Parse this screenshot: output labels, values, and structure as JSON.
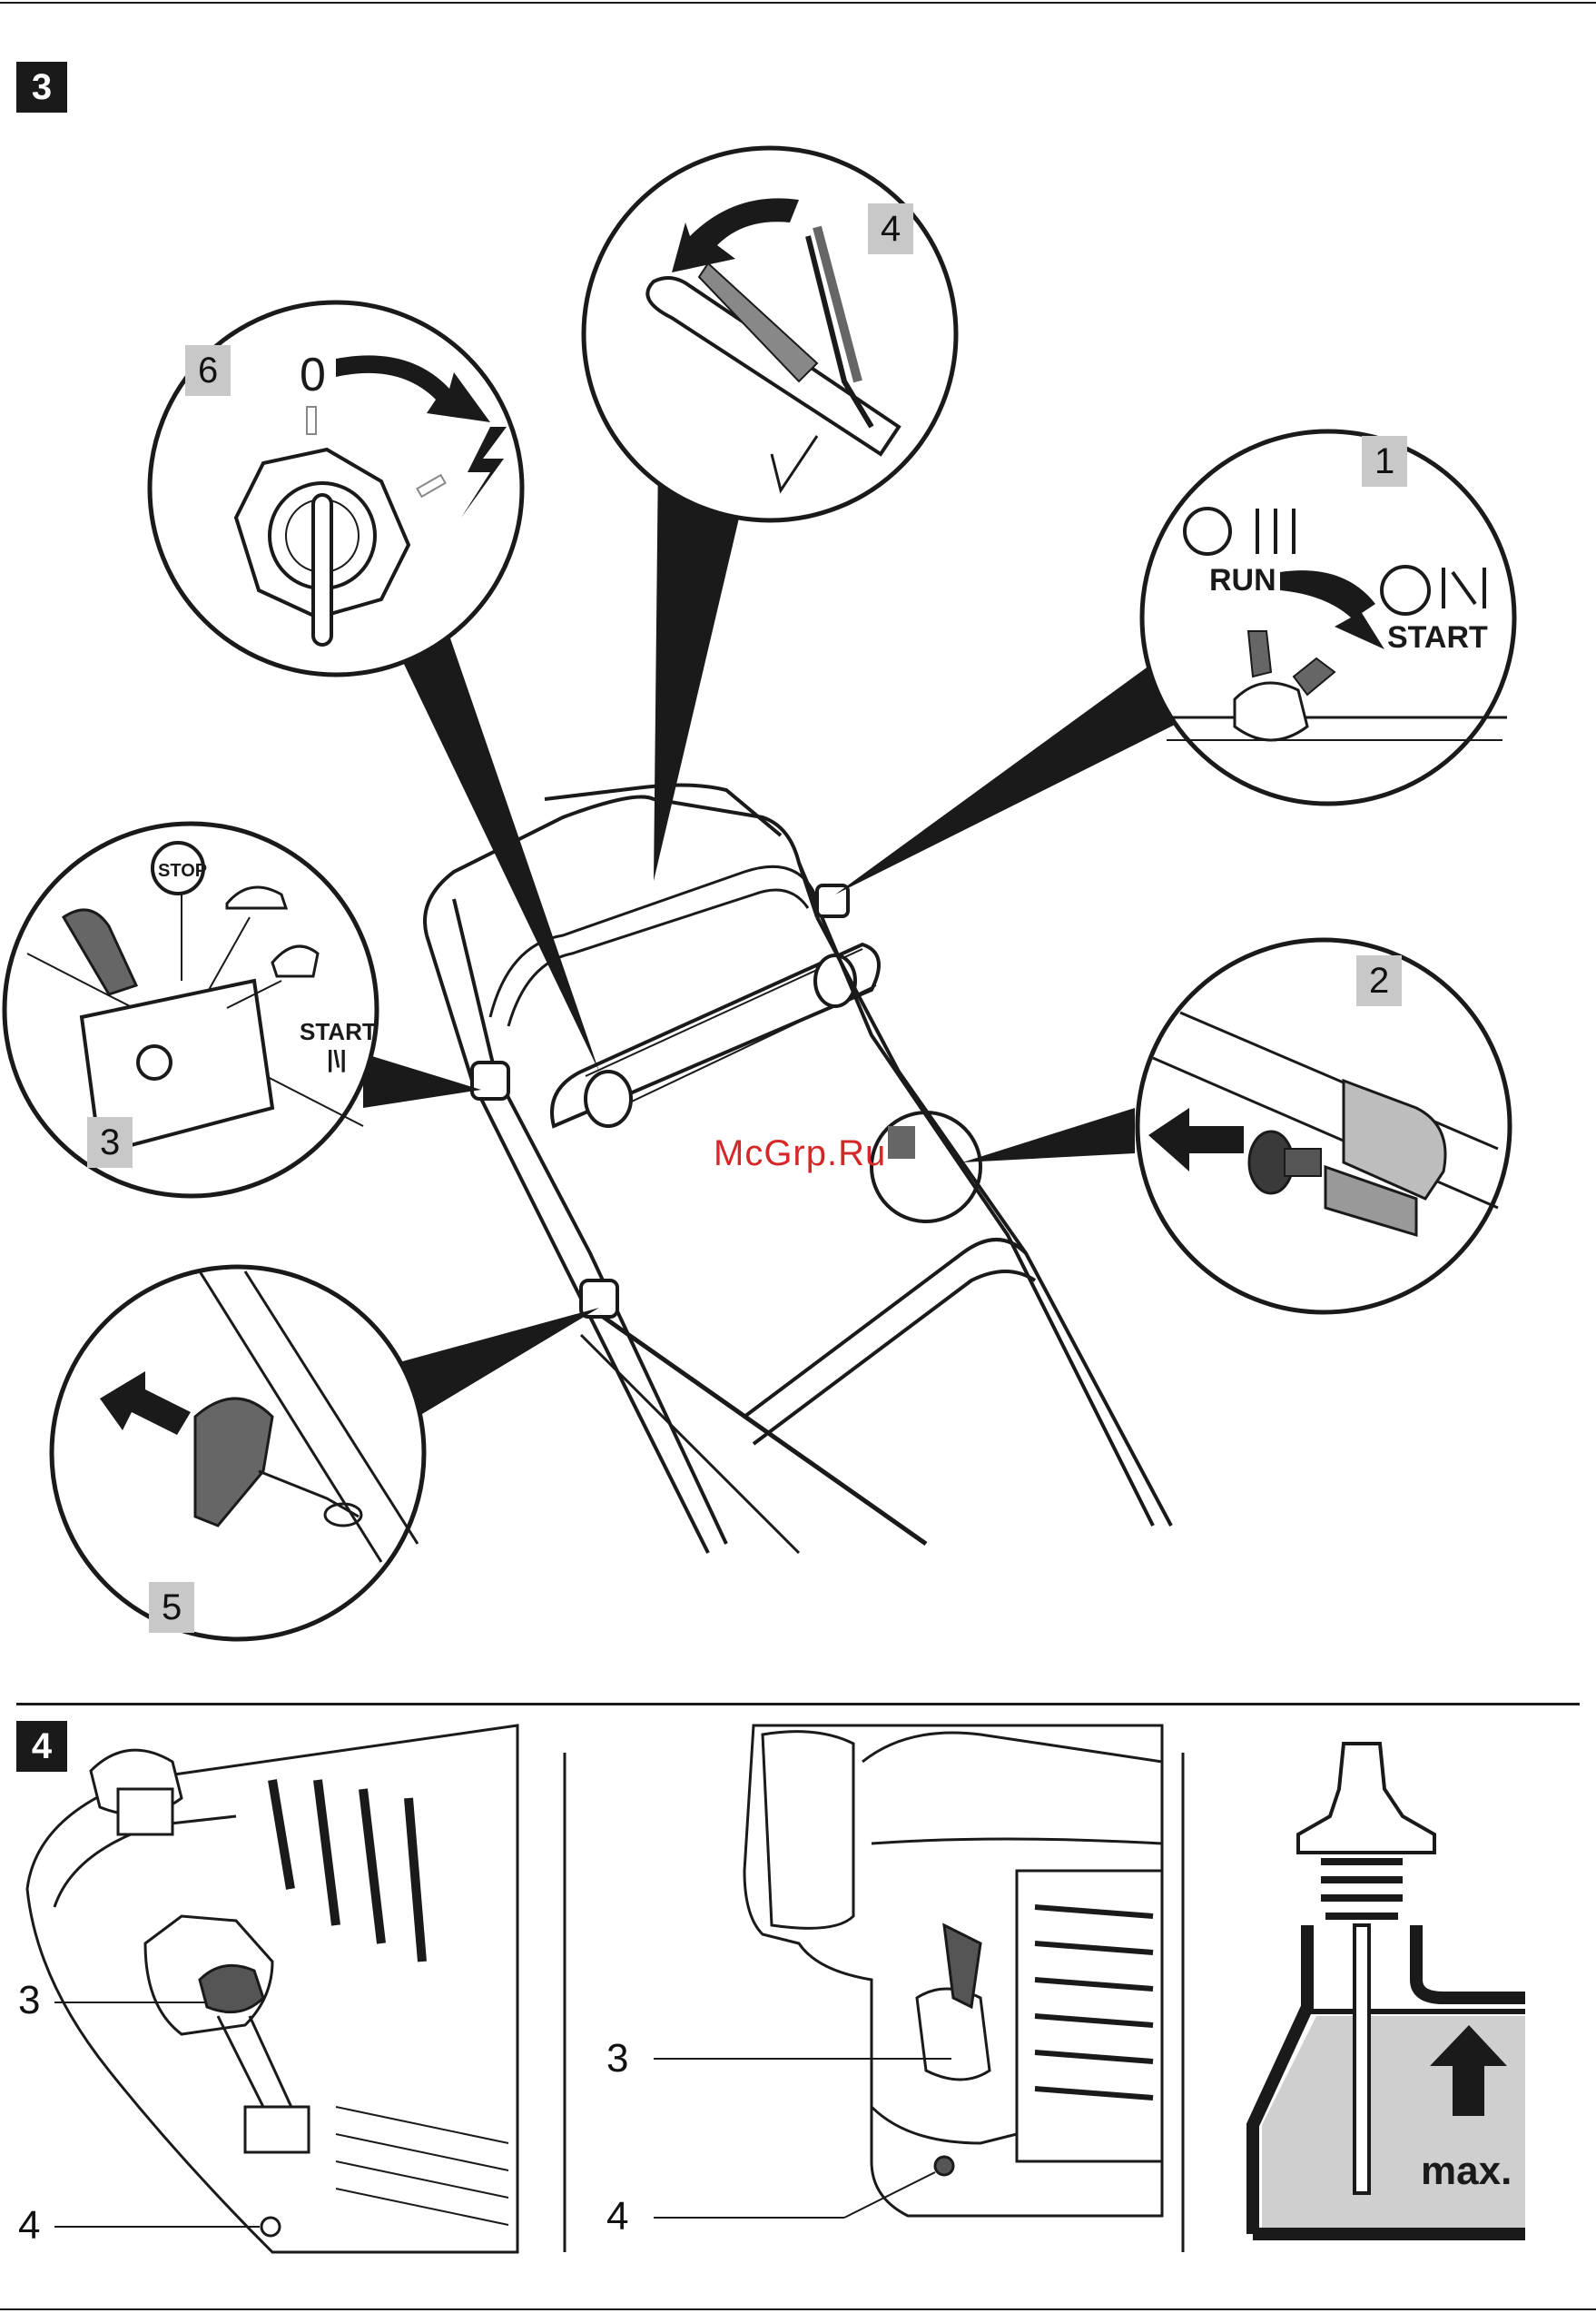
{
  "figures": {
    "fig3": {
      "badge": "3"
    },
    "fig4": {
      "badge": "4"
    }
  },
  "callouts": {
    "c1": {
      "num": "1",
      "label_run": "RUN",
      "label_start": "START"
    },
    "c2": {
      "num": "2"
    },
    "c3": {
      "num": "3",
      "label_stop": "STOP",
      "label_start": "START",
      "label_choke": "|\\|"
    },
    "c4": {
      "num": "4"
    },
    "c5": {
      "num": "5"
    },
    "c6": {
      "num": "6",
      "label_zero": "0"
    }
  },
  "fig4_panels": {
    "left": {
      "lead_3": "3",
      "lead_4": "4"
    },
    "middle": {
      "lead_3": "3",
      "lead_4": "4"
    },
    "right": {
      "label_max": "max."
    }
  },
  "watermark": "McGrp.Ru",
  "colors": {
    "ink": "#1a1a1a",
    "tab_gray": "#c8c8c8",
    "oil_gray": "#cfcfcf",
    "watermark": "#d42828"
  }
}
